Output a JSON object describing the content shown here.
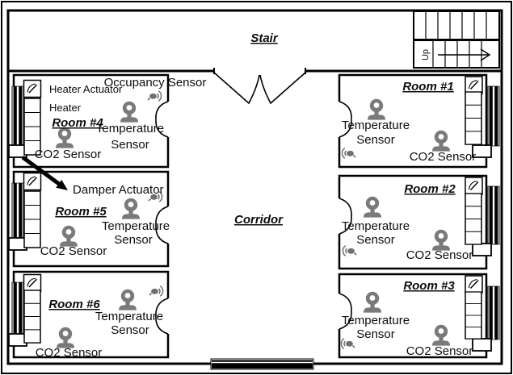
{
  "floorplan": {
    "stair_label": "Stair",
    "up_label": "Up",
    "corridor_label": "Corridor",
    "occupancy_sensor_label": "Occupancy Sensor",
    "heater_actuator_label": "Heater Actuator",
    "heater_label": "Heater",
    "damper_actuator_label": "Damper Actuator",
    "temperature_sensor_label": [
      "Temperature",
      "Sensor"
    ],
    "co2_sensor_label": "CO2 Sensor",
    "rooms": [
      {
        "name": "Room #1"
      },
      {
        "name": "Room #2"
      },
      {
        "name": "Room #3"
      },
      {
        "name": "Room #4"
      },
      {
        "name": "Room #5"
      },
      {
        "name": "Room #6"
      }
    ],
    "colors": {
      "wall": "#000000",
      "background": "#ffffff",
      "sensor_icon": "#7a7a7a",
      "occupancy_icon": "#6f6f6f"
    }
  }
}
